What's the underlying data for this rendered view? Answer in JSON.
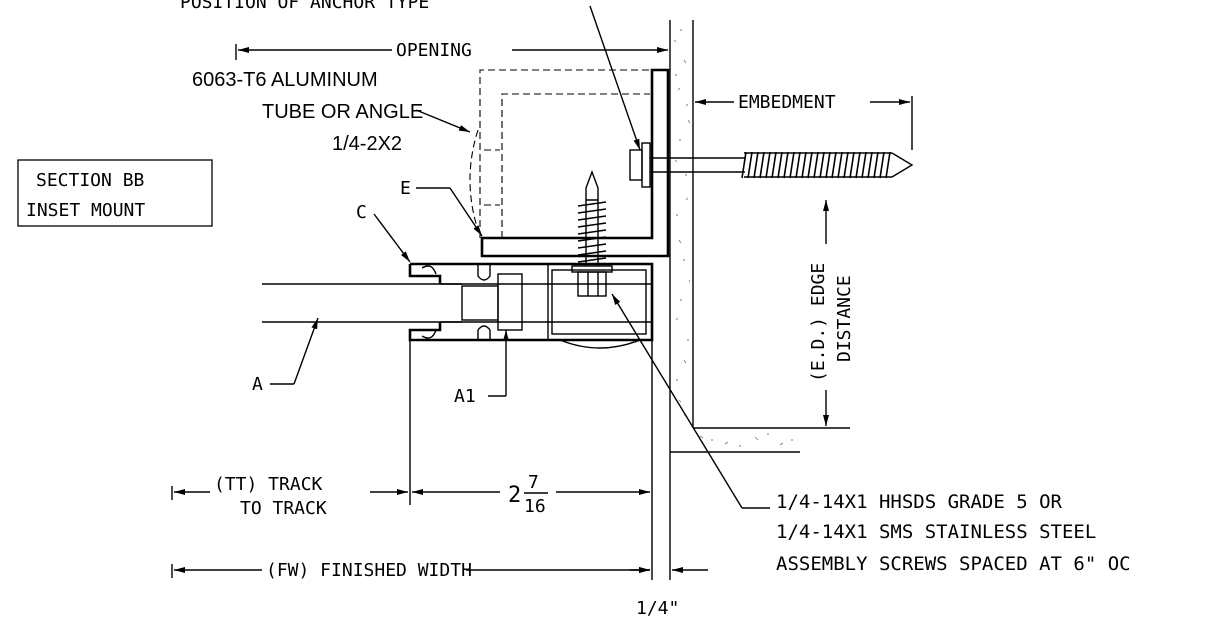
{
  "labels": {
    "anchor_type": "POSITION OF ANCHOR TYPE",
    "opening": "OPENING",
    "material_1": "6063-T6 ALUMINUM",
    "material_2": "TUBE OR ANGLE",
    "material_3": "1/4-2X2",
    "section_1": "SECTION BB",
    "section_2": "INSET MOUNT",
    "embedment": "EMBEDMENT",
    "edge_1": "(E.D.) EDGE",
    "edge_2": "DISTANCE",
    "c": "C",
    "e": "E",
    "a": "A",
    "a1": "A1",
    "tt_1": "(TT) TRACK",
    "tt_2": "TO TRACK",
    "dim_whole": "2",
    "dim_num": "7",
    "dim_den": "16",
    "fw": "(FW) FINISHED WIDTH",
    "quarter": "1/4\"",
    "screw_1": "1/4-14X1 HHSDS GRADE 5 OR",
    "screw_2": "1/4-14X1 SMS STAINLESS STEEL",
    "screw_3": "ASSEMBLY SCREWS SPACED AT 6\" OC"
  }
}
